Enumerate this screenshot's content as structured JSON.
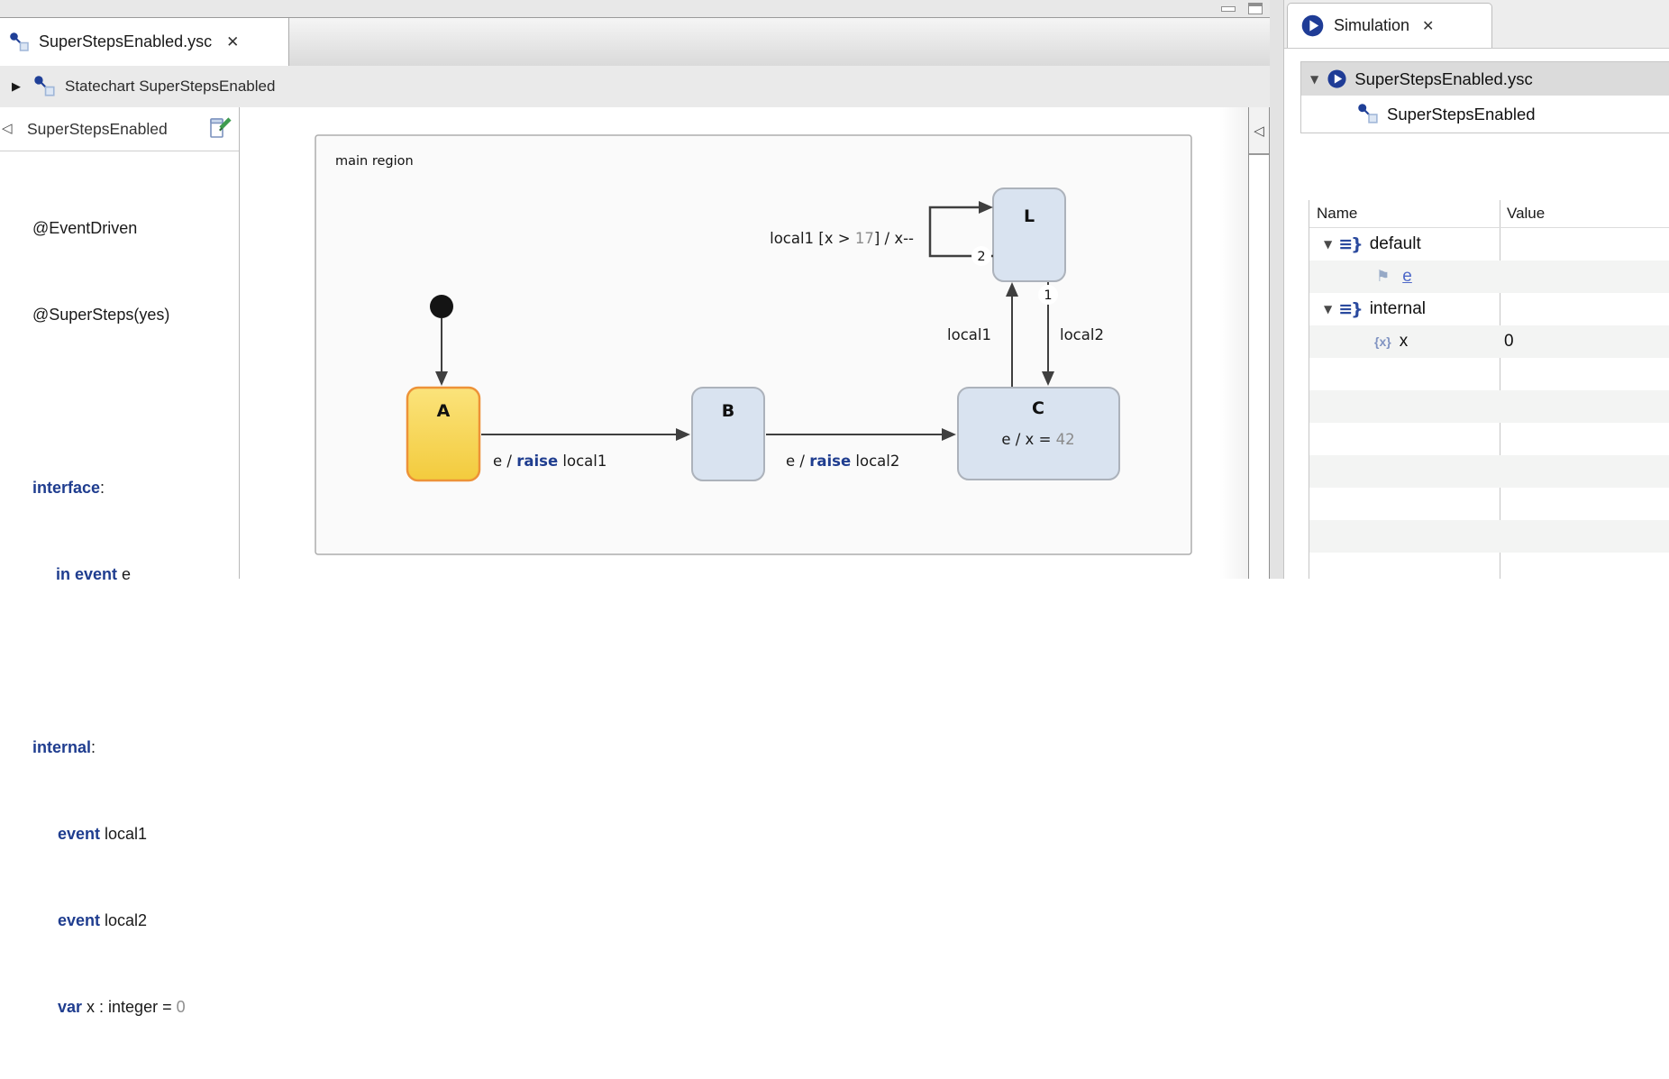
{
  "editor": {
    "tab": {
      "title": "SuperStepsEnabled.ysc",
      "close_glyph": "✕"
    },
    "breadcrumb": {
      "expander_glyph": "▶",
      "label": "Statechart SuperStepsEnabled"
    },
    "outline": {
      "collapse_glyph": "◁",
      "title": "SuperStepsEnabled",
      "lines": {
        "l0": {
          "p0": "@EventDriven"
        },
        "l1": {
          "p0": "@SuperSteps(yes)"
        },
        "l3": {
          "kw": "interface",
          "p0": ":"
        },
        "l4": {
          "kw": "in event",
          "p0": " e"
        },
        "l6": {
          "kw": "internal",
          "p0": ":"
        },
        "l7": {
          "kw": "event",
          "p0": " local1"
        },
        "l8": {
          "kw": "event",
          "p0": " local2"
        },
        "l9": {
          "kw": "var",
          "p0": " x : integer = ",
          "num": "0"
        }
      }
    },
    "palette": {
      "collapse_glyph": "◁"
    }
  },
  "diagram": {
    "region_label": "main region",
    "states": {
      "A": {
        "name": "A"
      },
      "B": {
        "name": "B"
      },
      "C": {
        "name": "C",
        "action_pre": "e / x = ",
        "action_num": "42"
      },
      "L": {
        "name": "L"
      }
    },
    "transitions": {
      "a_to_b": {
        "pre": "e / ",
        "kw": "raise",
        "post": " local1"
      },
      "b_to_c": {
        "pre": "e / ",
        "kw": "raise",
        "post": " local2"
      },
      "c_to_l": {
        "label": "local1"
      },
      "l_to_c": {
        "label": "local2",
        "priority": "1"
      },
      "l_self": {
        "pre": "local1 [x > ",
        "num": "17",
        "post": "] / x--",
        "priority": "2"
      }
    }
  },
  "simulation": {
    "tab": {
      "title": "Simulation",
      "close_glyph": "✕"
    },
    "tree": {
      "expander_glyph": "▼",
      "root": "SuperStepsEnabled.ysc",
      "child": "SuperStepsEnabled"
    },
    "table": {
      "expander_glyph": "▼",
      "headers": {
        "name": "Name",
        "value": "Value"
      },
      "rows": {
        "default": {
          "name": "default",
          "value": ""
        },
        "e": {
          "name": "e",
          "value": ""
        },
        "internal": {
          "name": "internal",
          "value": ""
        },
        "x": {
          "name": "x",
          "value": "0"
        }
      }
    }
  },
  "icons": {
    "flag": "⚑",
    "variable": "{x}",
    "scope_lines": "≡",
    "scope_brace": "}"
  },
  "colors": {
    "active_state_fill": "#F7D355",
    "active_state_border": "#ED9238",
    "state_fill": "#D9E3F0",
    "state_border": "#ACB2BB",
    "keyword": "#1F3D8F",
    "number_literal": "#8A8A8A",
    "event_link": "#4E68C8",
    "transition_line": "#3F3F3F"
  }
}
